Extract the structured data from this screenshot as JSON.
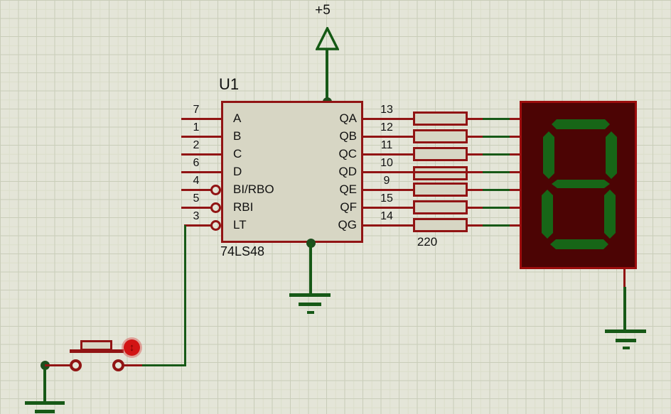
{
  "power": {
    "label": "+5"
  },
  "chip": {
    "ref": "U1",
    "part": "74LS48",
    "left_pins": [
      {
        "num": "7",
        "label": "A"
      },
      {
        "num": "1",
        "label": "B"
      },
      {
        "num": "2",
        "label": "C"
      },
      {
        "num": "6",
        "label": "D"
      },
      {
        "num": "4",
        "label": "BI/RBO"
      },
      {
        "num": "5",
        "label": "RBI"
      },
      {
        "num": "3",
        "label": "LT"
      }
    ],
    "right_pins": [
      {
        "num": "13",
        "label": "QA"
      },
      {
        "num": "12",
        "label": "QB"
      },
      {
        "num": "11",
        "label": "QC"
      },
      {
        "num": "10",
        "label": "QD"
      },
      {
        "num": "9",
        "label": "QE"
      },
      {
        "num": "15",
        "label": "QF"
      },
      {
        "num": "14",
        "label": "QG"
      }
    ]
  },
  "resistors": {
    "count": 7,
    "value_label": "220"
  },
  "display": {
    "type": "7-segment",
    "digit_shape": "8",
    "segments_shown": [
      "a",
      "b",
      "c",
      "d",
      "e",
      "f",
      "g"
    ],
    "segment_color": "#176617",
    "body_color": "#4c0404"
  },
  "button": {
    "type": "push-button",
    "actuator_glyph": "↕"
  },
  "colors": {
    "wire_red": "#911414",
    "wire_green": "#175917",
    "canvas_bg": "#e4e5d8",
    "component_fill": "#d7d6c4",
    "actuator_red": "#d21414"
  }
}
